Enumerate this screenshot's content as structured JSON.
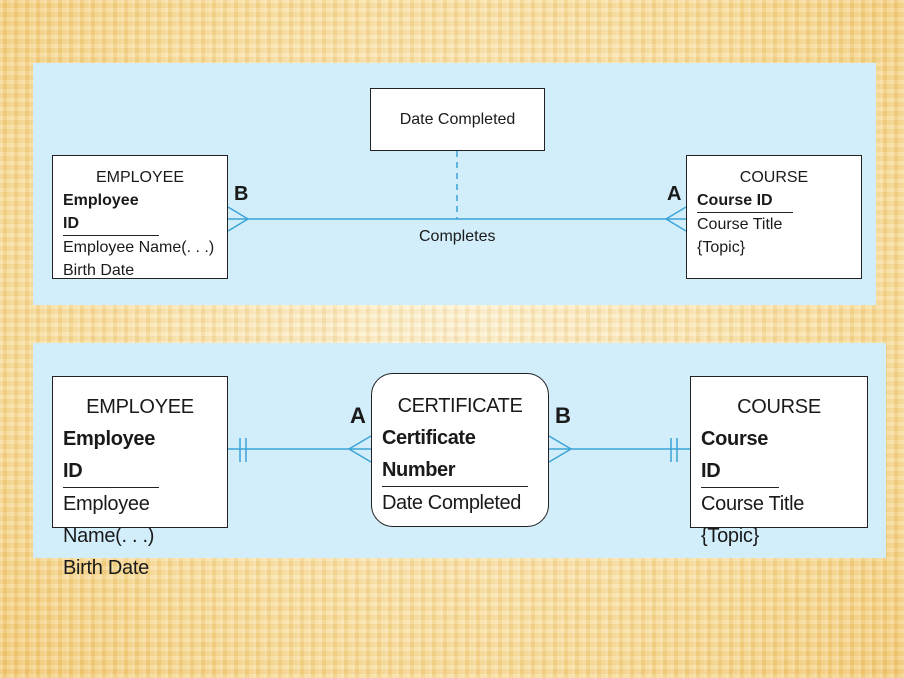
{
  "top": {
    "employee": {
      "title": "EMPLOYEE",
      "key": "Employee ID",
      "attr1": "Employee Name(. . .)",
      "attr2": "Birth Date"
    },
    "course": {
      "title": "COURSE",
      "key": "Course ID",
      "attr1": "Course Title",
      "attr2": "{Topic}"
    },
    "relationship_attribute": "Date Completed",
    "relationship_name": "Completes",
    "label_left": "B",
    "label_right": "A"
  },
  "bottom": {
    "employee": {
      "title": "EMPLOYEE",
      "key": "Employee ID",
      "attr1": "Employee Name(. . .)",
      "attr2": "Birth Date"
    },
    "certificate": {
      "title": "CERTIFICATE",
      "key": "Certificate Number",
      "attr1": "Date Completed"
    },
    "course": {
      "title": "COURSE",
      "key": "Course ID",
      "attr1": "Course Title",
      "attr2": "{Topic}"
    },
    "label_left": "A",
    "label_right": "B"
  },
  "colors": {
    "panel": "#d3eefb",
    "line": "#3aa4d6",
    "background": "#fbe6b0"
  }
}
